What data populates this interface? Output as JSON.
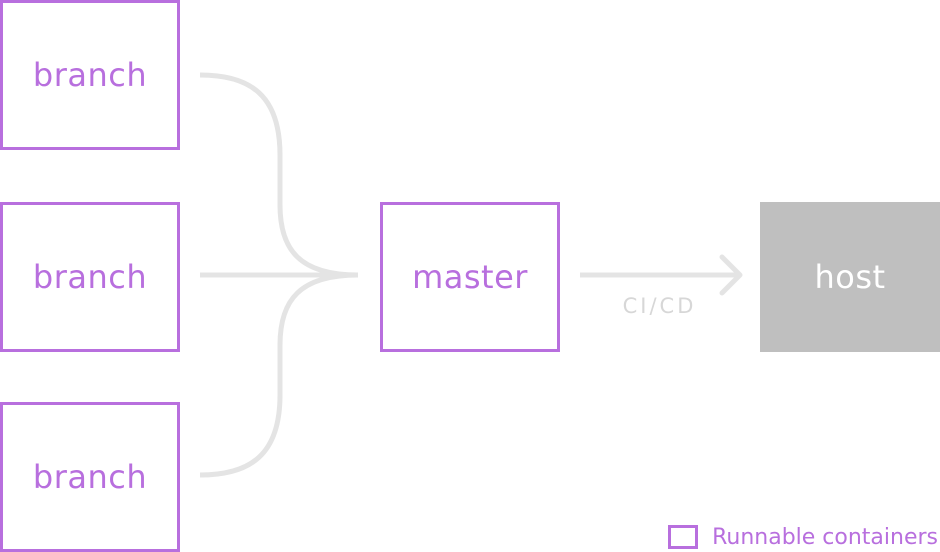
{
  "diagram": {
    "nodes": {
      "branch_1": "branch",
      "branch_2": "branch",
      "branch_3": "branch",
      "master": "master",
      "host": "host"
    },
    "edge_label": "CI/CD",
    "legend": {
      "label": "Runnable containers"
    },
    "colors": {
      "runnable": "#b86fde",
      "host_fill": "#bfbfbf",
      "connector": "#e4e4e4",
      "edge_label": "#d7d7d7"
    }
  }
}
